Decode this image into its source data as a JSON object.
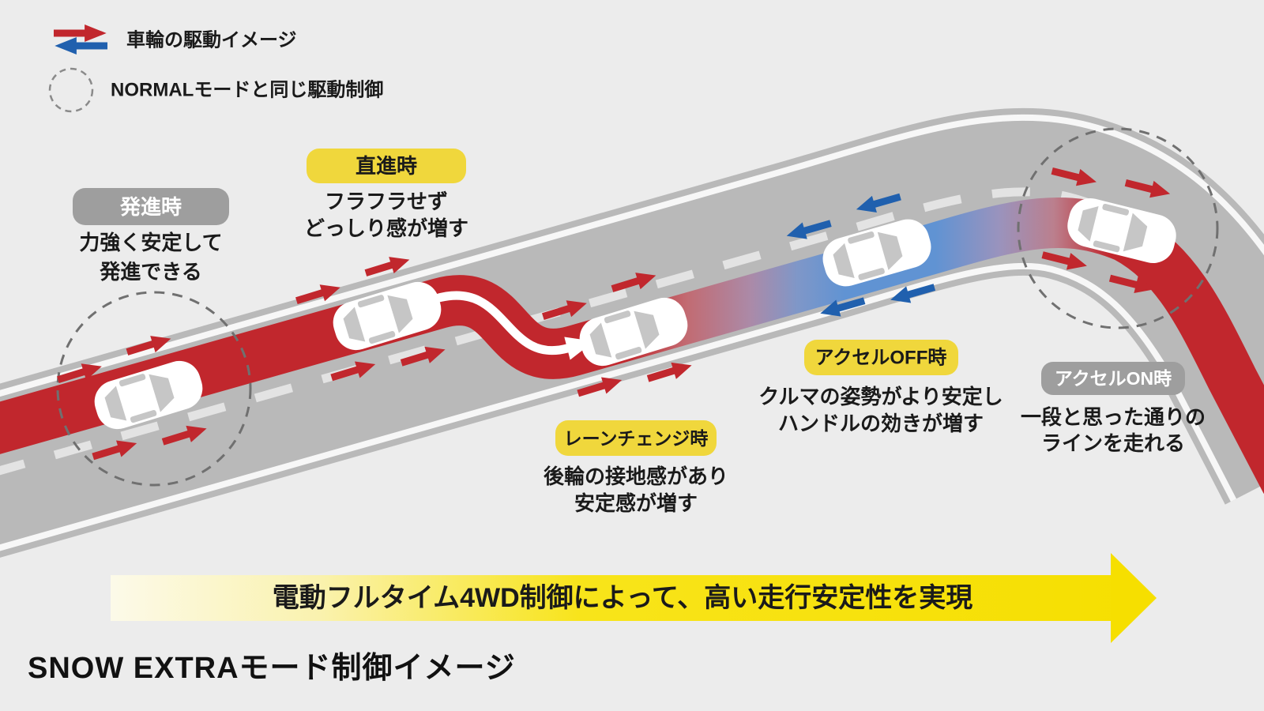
{
  "title": "SNOW EXTRAモード制御イメージ",
  "legend": {
    "wheel_drive_label": "車輪の駆動イメージ",
    "normal_mode_label": "NORMALモードと同じ駆動制御"
  },
  "banner": {
    "text": "電動フルタイム4WD制御によって、高い走行安定性を実現"
  },
  "stages": [
    {
      "badge": "発進時",
      "badge_style": "gray",
      "description_lines": [
        "力強く安定して",
        "発進できる"
      ],
      "wheel_arrows": "red-forward",
      "normal_mode_circle": true
    },
    {
      "badge": "直進時",
      "badge_style": "yellow",
      "description_lines": [
        "フラフラせず",
        "どっしり感が増す"
      ],
      "wheel_arrows": "red-forward",
      "normal_mode_circle": false
    },
    {
      "badge": "レーンチェンジ時",
      "badge_style": "yellow",
      "description_lines": [
        "後輪の接地感があり",
        "安定感が増す"
      ],
      "wheel_arrows": "red-forward",
      "normal_mode_circle": false
    },
    {
      "badge": "アクセルOFF時",
      "badge_style": "yellow",
      "description_lines": [
        "クルマの姿勢がより安定し",
        "ハンドルの効きが増す"
      ],
      "wheel_arrows": "blue-reverse",
      "normal_mode_circle": false
    },
    {
      "badge": "アクセルON時",
      "badge_style": "gray",
      "description_lines": [
        "一段と思った通りの",
        "ラインを走れる"
      ],
      "wheel_arrows": "red-forward",
      "normal_mode_circle": true
    }
  ],
  "colors": {
    "background": "#ececec",
    "road": "#b9b9b9",
    "lane_marking": "#e3e3e3",
    "forward_drive_red": "#c1272d",
    "reverse_drive_blue": "#2060ae",
    "drive_band_blue": "#6093d3",
    "badge_yellow": "#f0d73c",
    "badge_gray": "#9e9e9e",
    "banner_yellow": "#f6df00"
  }
}
